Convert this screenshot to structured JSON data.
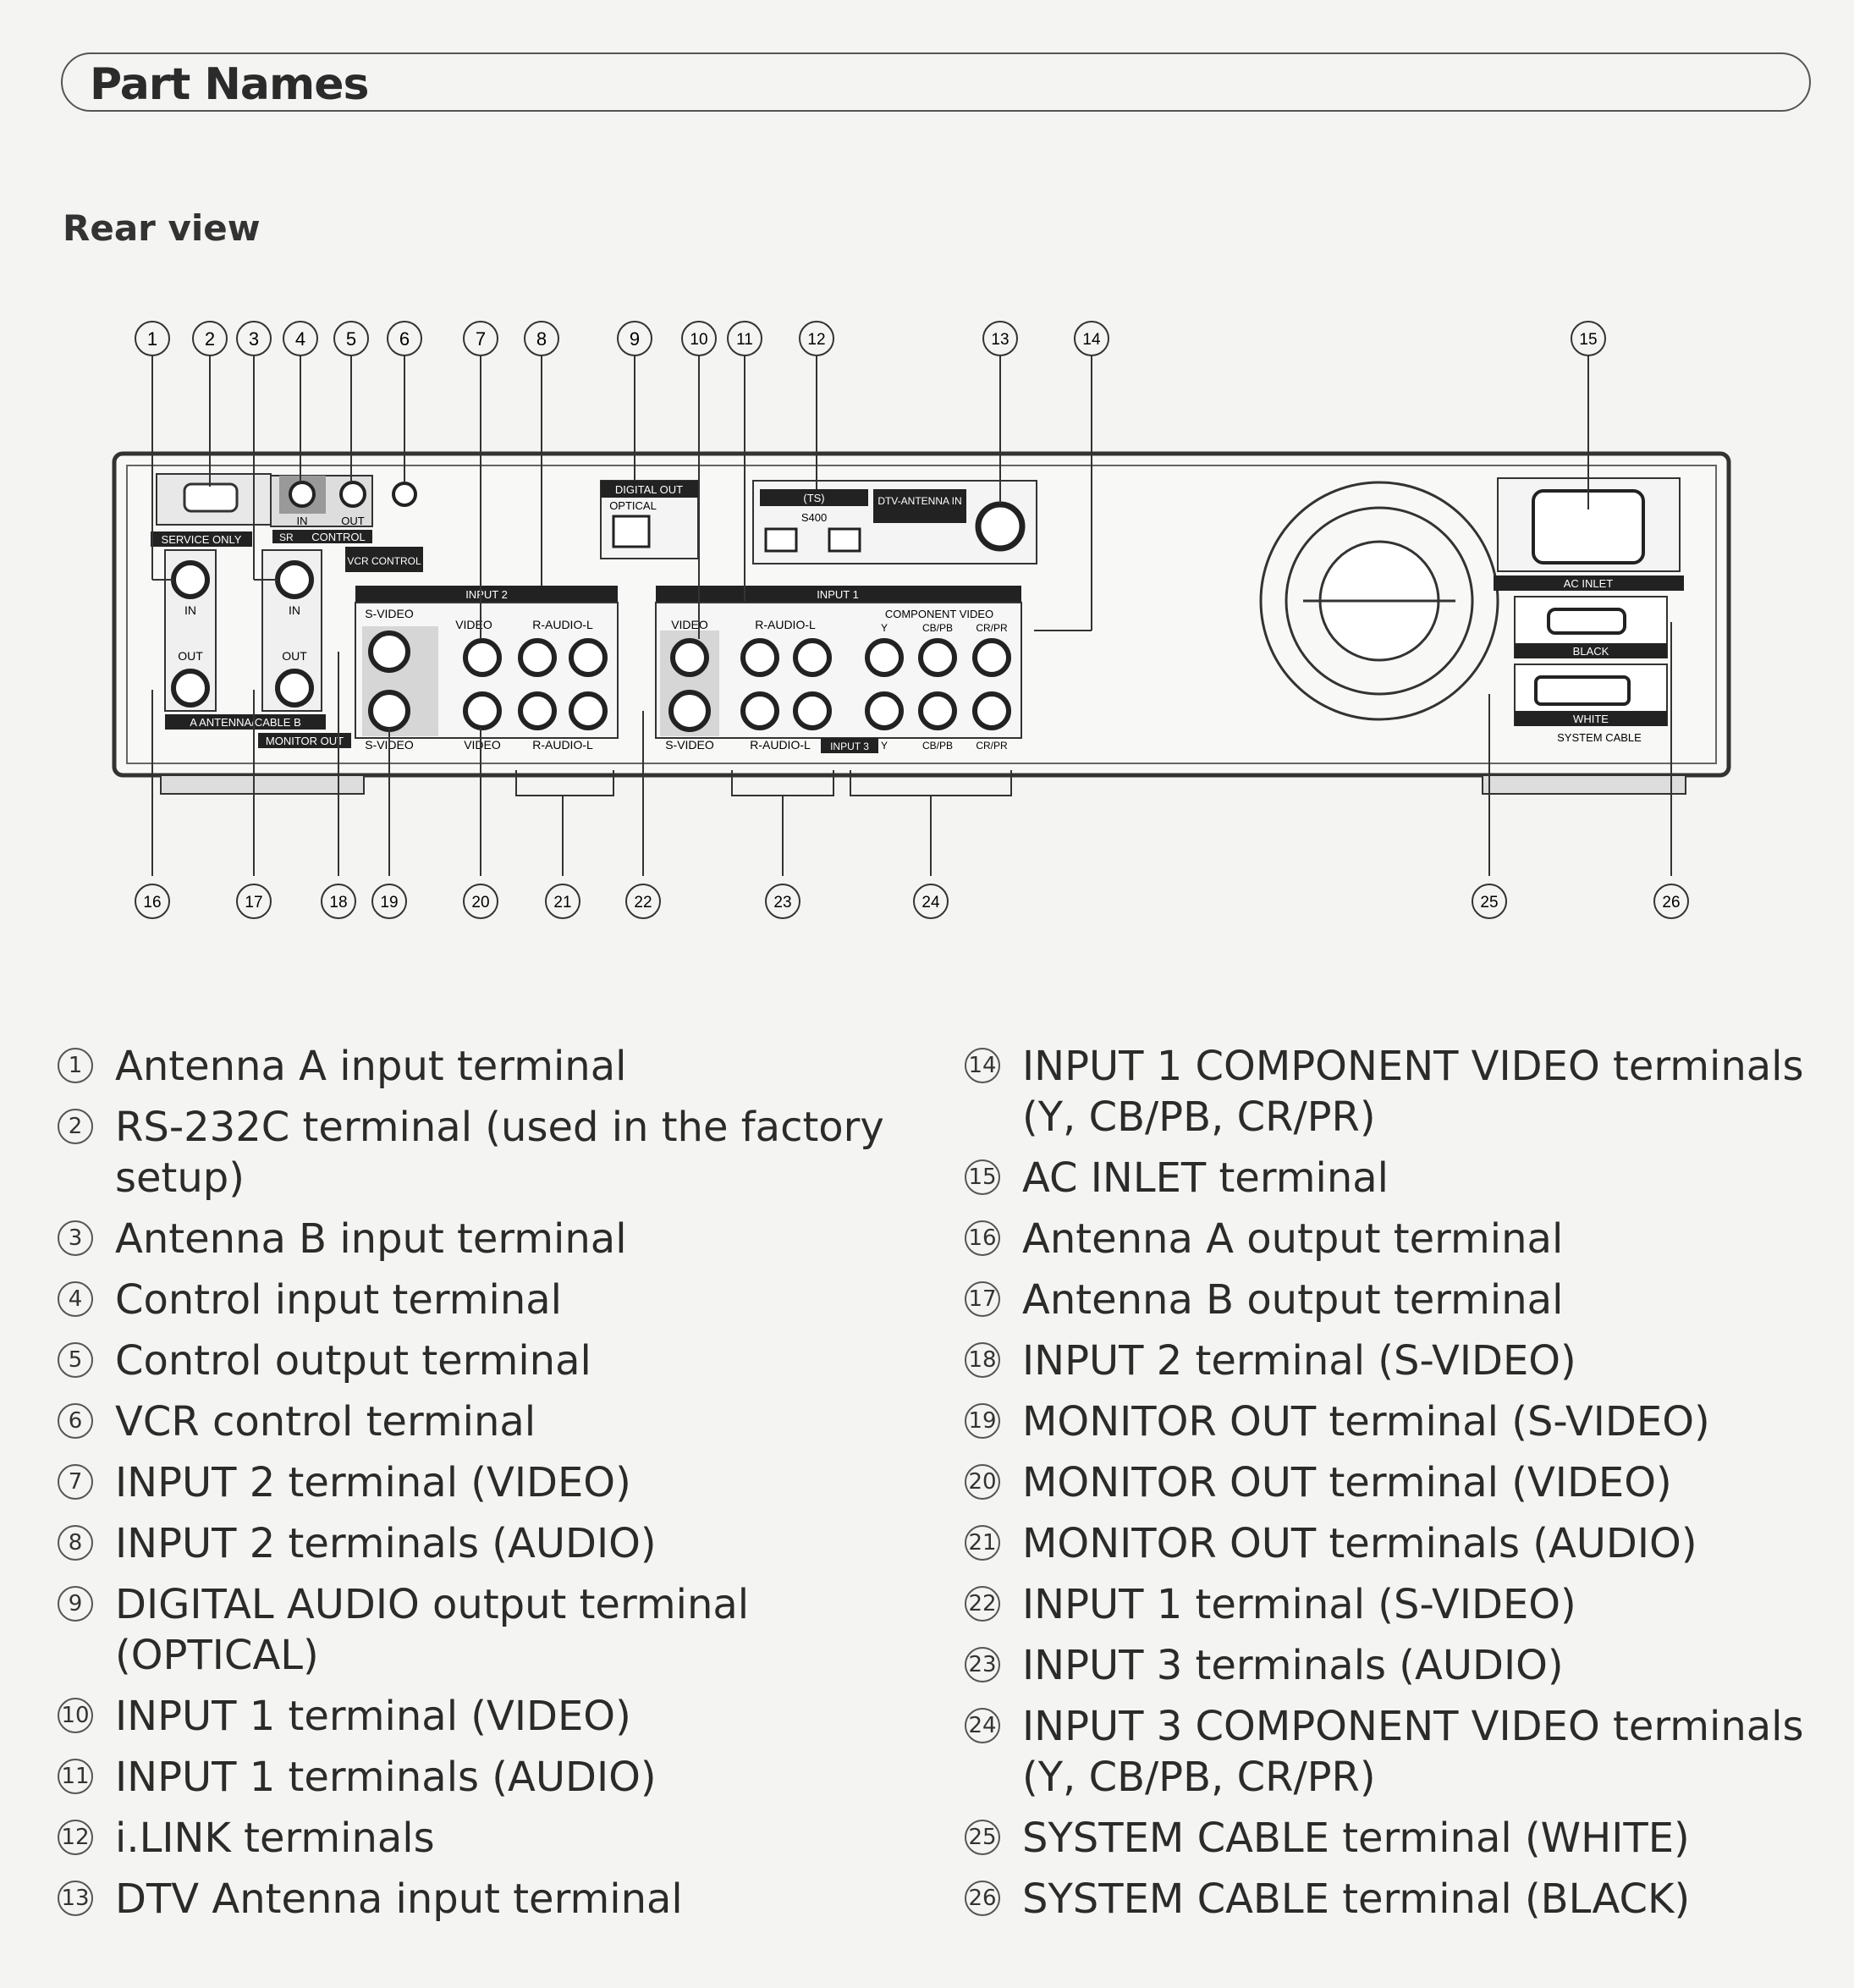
{
  "title": "Part Names",
  "subtitle": "Rear view",
  "diagram": {
    "callouts_top": [
      "1",
      "2",
      "3",
      "4",
      "5",
      "6",
      "7",
      "8",
      "9",
      "10",
      "11",
      "12",
      "13",
      "14",
      "15"
    ],
    "callouts_bottom": [
      "16",
      "17",
      "18",
      "19",
      "20",
      "21",
      "22",
      "23",
      "24",
      "25",
      "26"
    ],
    "labels": {
      "service_only": "SERVICE ONLY",
      "in": "IN",
      "out": "OUT",
      "control": "CONTROL",
      "sr": "SR",
      "vcr_control": "VCR CONTROL",
      "a_antenna_cable_b": "A  ANTENNA/CABLE  B",
      "monitor_out": "MONITOR OUT",
      "input2": "INPUT 2",
      "s_video": "S-VIDEO",
      "video": "VIDEO",
      "r_audio_l": "R-AUDIO-L",
      "digital_out": "DIGITAL  OUT",
      "optical": "OPTICAL",
      "ts": "(TS)",
      "s400": "S400",
      "dtv_antenna_in": "DTV-ANTENNA IN",
      "input1": "INPUT 1",
      "component_video": "COMPONENT  VIDEO",
      "y": "Y",
      "cb_pb": "CB/PB",
      "cr_pr": "CR/PR",
      "input3": "INPUT 3",
      "ac_inlet": "AC  INLET",
      "black": "BLACK",
      "white": "WHITE",
      "system_cable": "SYSTEM CABLE"
    }
  },
  "parts_left": [
    {
      "num": "1",
      "text": "Antenna A input terminal"
    },
    {
      "num": "2",
      "text": "RS-232C terminal (used in the factory setup)"
    },
    {
      "num": "3",
      "text": "Antenna B input terminal"
    },
    {
      "num": "4",
      "text": "Control input terminal"
    },
    {
      "num": "5",
      "text": "Control output terminal"
    },
    {
      "num": "6",
      "text": "VCR control terminal"
    },
    {
      "num": "7",
      "text": "INPUT 2 terminal (VIDEO)"
    },
    {
      "num": "8",
      "text": "INPUT 2 terminals (AUDIO)"
    },
    {
      "num": "9",
      "text": "DIGITAL AUDIO output terminal (OPTICAL)"
    },
    {
      "num": "10",
      "text": "INPUT 1 terminal (VIDEO)"
    },
    {
      "num": "11",
      "text": "INPUT 1 terminals (AUDIO)"
    },
    {
      "num": "12",
      "text": "i.LINK terminals"
    },
    {
      "num": "13",
      "text": "DTV Antenna input terminal"
    }
  ],
  "parts_right": [
    {
      "num": "14",
      "text": "INPUT 1 COMPONENT VIDEO terminals (Y, CB/PB, CR/PR)"
    },
    {
      "num": "15",
      "text": "AC INLET terminal"
    },
    {
      "num": "16",
      "text": "Antenna A output terminal"
    },
    {
      "num": "17",
      "text": "Antenna B output terminal"
    },
    {
      "num": "18",
      "text": "INPUT 2 terminal (S-VIDEO)"
    },
    {
      "num": "19",
      "text": "MONITOR OUT terminal (S-VIDEO)"
    },
    {
      "num": "20",
      "text": "MONITOR OUT terminal (VIDEO)"
    },
    {
      "num": "21",
      "text": "MONITOR OUT terminals (AUDIO)"
    },
    {
      "num": "22",
      "text": "INPUT 1 terminal (S-VIDEO)"
    },
    {
      "num": "23",
      "text": "INPUT 3 terminals (AUDIO)"
    },
    {
      "num": "24",
      "text": "INPUT 3 COMPONENT VIDEO terminals (Y, CB/PB, CR/PR)"
    },
    {
      "num": "25",
      "text": "SYSTEM CABLE terminal (WHITE)"
    },
    {
      "num": "26",
      "text": "SYSTEM CABLE terminal (BLACK)"
    }
  ]
}
